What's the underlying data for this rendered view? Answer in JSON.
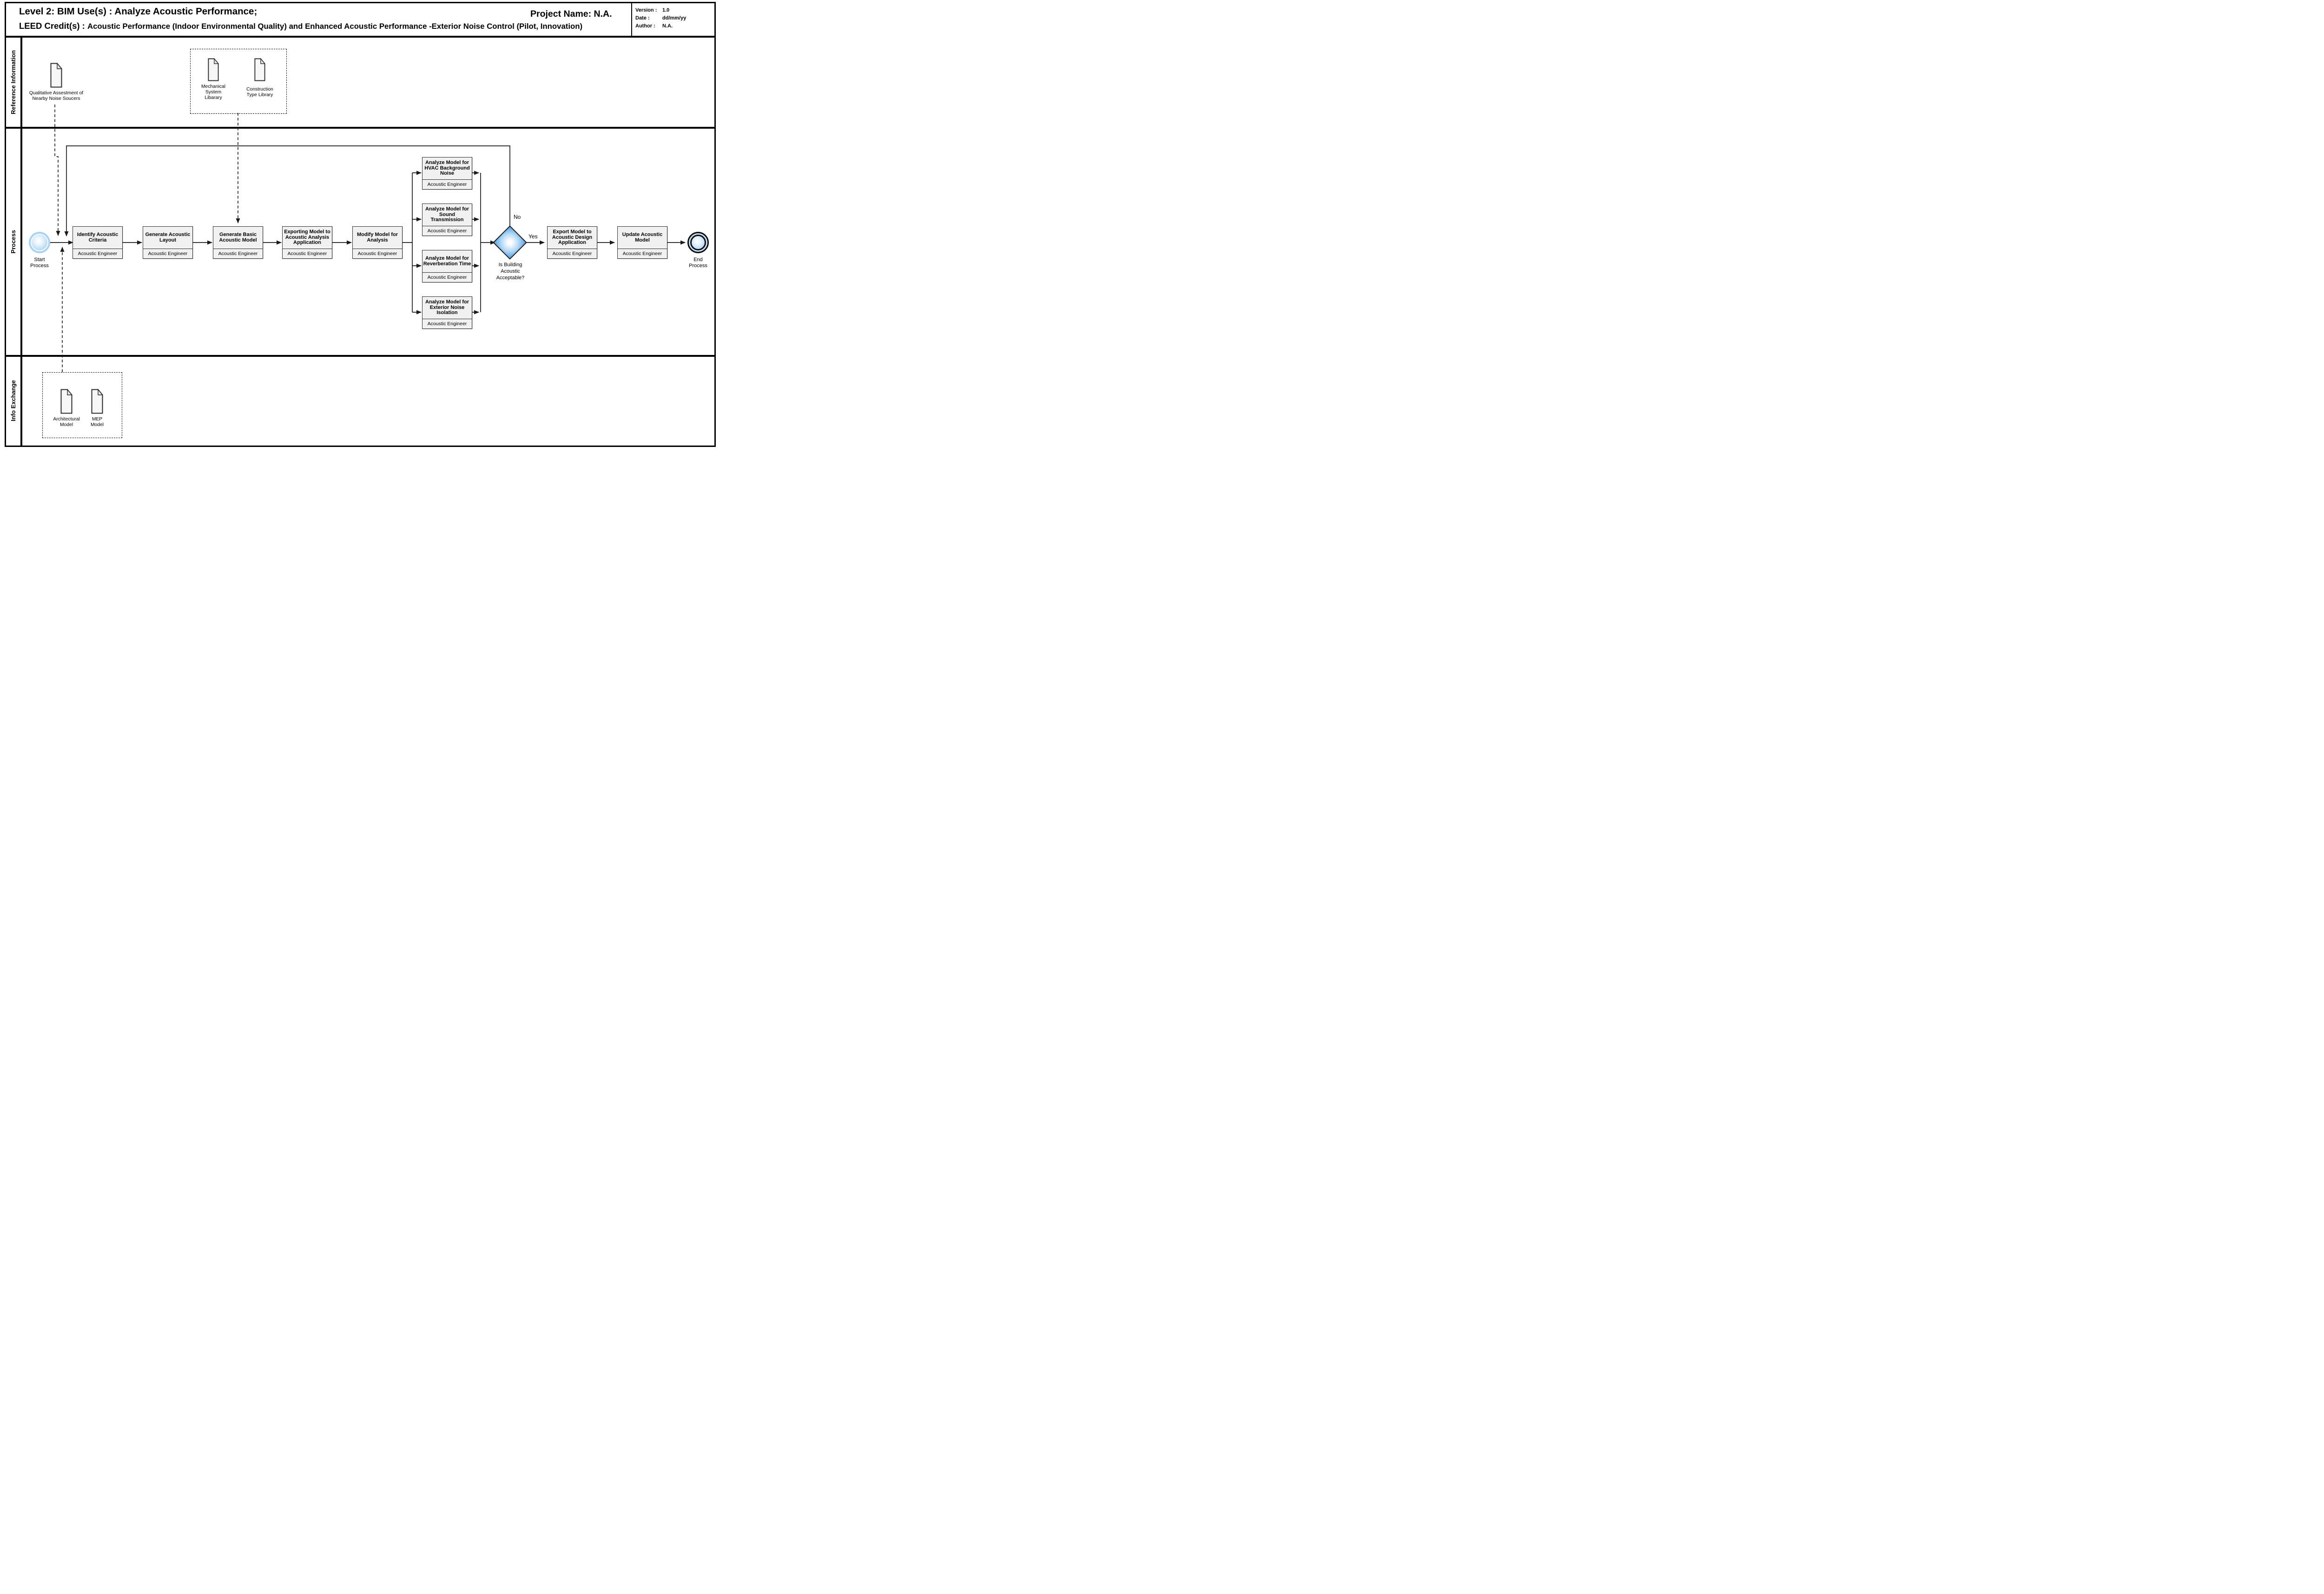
{
  "header": {
    "title_line1": "Level 2: BIM Use(s) : Analyze Acoustic Performance;",
    "leed_label": "LEED Credit(s) : ",
    "leed_text": "Acoustic Performance (Indoor Environmental Quality) and Enhanced Acoustic Performance -Exterior Noise Control (Pilot, Innovation)",
    "project_name": "Project Name: N.A.",
    "meta": [
      {
        "label": "Version :",
        "value": "1.0"
      },
      {
        "label": "Date :",
        "value": "dd/mm/yy"
      },
      {
        "label": "Author :",
        "value": "N.A."
      }
    ]
  },
  "lanes": {
    "reference": "Reference Information",
    "process": "Process",
    "info_exchange": "Info Exchange"
  },
  "reference_lane": {
    "qualitative_doc_label": "Qualitative Assestment of Nearby Noise Soucers",
    "library_docs": [
      {
        "label": "Mechanical System Libarary"
      },
      {
        "label": "Construction Type Library"
      }
    ]
  },
  "process_lane": {
    "start_label": "Start Process",
    "end_label": "End Process",
    "tasks": [
      {
        "title": "Identify Acoustic Criteria",
        "performer": "Acoustic Engineer"
      },
      {
        "title": "Generate Acoustic Layout",
        "performer": "Acoustic Engineer"
      },
      {
        "title": "Generate Basic Acoustic Model",
        "performer": "Acoustic Engineer"
      },
      {
        "title": "Exporting Model to Acoustic Analysis Application",
        "performer": "Acoustic Engineer"
      },
      {
        "title": "Modify Model for Analysis",
        "performer": "Acoustic Engineer"
      }
    ],
    "analysis_tasks": [
      {
        "title": "Analyze Model for HVAC Background Noise",
        "performer": "Acoustic Engineer"
      },
      {
        "title": "Analyze Model for Sound Transmission",
        "performer": "Acoustic Engineer"
      },
      {
        "title": "Analyze Model for Reverberation Time",
        "performer": "Acoustic Engineer"
      },
      {
        "title": "Analyze Model for Exterior Noise Isolation",
        "performer": "Acoustic Engineer"
      }
    ],
    "post_tasks": [
      {
        "title": "Export Model to Acoustic Design Application",
        "performer": "Acoustic Engineer"
      },
      {
        "title": "Update Acoustic Model",
        "performer": "Acoustic Engineer"
      }
    ],
    "gateway": {
      "question": "Is Building Acoustic Acceptable?",
      "yes_label": "Yes",
      "no_label": "No"
    }
  },
  "info_exchange_lane": {
    "docs": [
      {
        "label": "Architectural Model"
      },
      {
        "label": "MEP Model"
      }
    ]
  },
  "colors": {
    "event_blue": "#a5d3f6",
    "gateway_blue": "#519fe3",
    "task_fill": "#f1f1f1",
    "line": "#1a1a1a"
  }
}
